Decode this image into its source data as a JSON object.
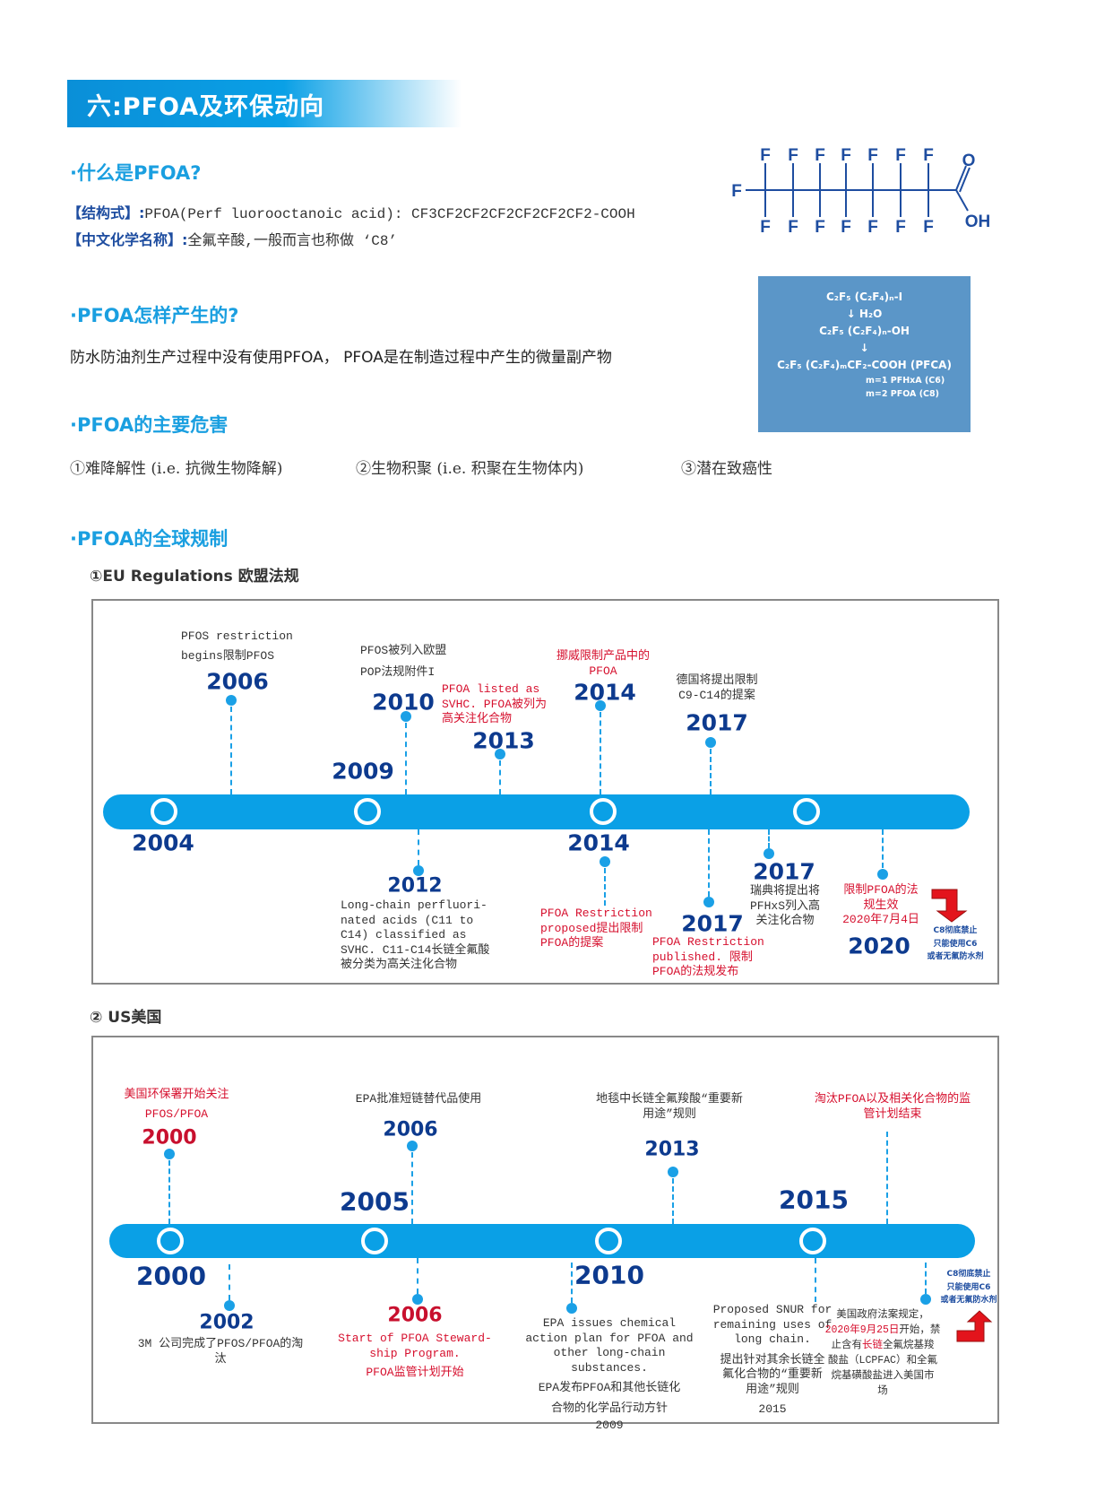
{
  "header": {
    "title": "六:PFOA及环保动向"
  },
  "what": {
    "heading": "·什么是PFOA?",
    "structure_label": "【结构式】:",
    "structure_text": "PFOA(Perf luorooctanoic acid): CF3CF2CF2CF2CF2CF2CF2-COOH",
    "cn_label": "【中文化学名称】:",
    "cn_text": "全氟辛酸,一般而言也称做  ‘C8’"
  },
  "structure": {
    "fluorine": "F",
    "oxygen": "O",
    "hydroxyl": "OH",
    "color": "#1e4da0"
  },
  "synthesis": {
    "lines": [
      "C₂F₅ (C₂F₄)ₙ-I",
      "↓  H₂O",
      "C₂F₅ (C₂F₄)ₙ-OH",
      "↓",
      "C₂F₅ (C₂F₄)ₘCF₂-COOH (PFCA)",
      "m=1 PFHxA     (C6)",
      "m=2 PFOA       (C8)"
    ],
    "background": "#5b96c8"
  },
  "origin": {
    "heading": "·PFOA怎样产生的?",
    "text": "防水防油剂生产过程中没有使用PFOA， PFOA是在制造过程中产生的微量副产物"
  },
  "hazards": {
    "heading": "·PFOA的主要危害",
    "items": [
      "①难降解性 (i.e. 抗微生物降解)",
      "②生物积聚 (i.e. 积聚在生物体内)",
      "③潜在致癌性"
    ]
  },
  "regulation": {
    "heading": "·PFOA的全球规制"
  },
  "eu": {
    "title": "①EU Regulations 欧盟法规",
    "bar_years": [
      "2004",
      "2009"
    ],
    "events": [
      {
        "year": "2006",
        "lines": [
          "PFOS restriction",
          "begins限制PFOS"
        ]
      },
      {
        "year": "2010",
        "lines": [
          "PFOS被列入欧盟",
          "POP法规附件I"
        ]
      },
      {
        "year": "2013",
        "lines": [
          "PFOA listed as",
          "SVHC. PFOA被列为",
          "高关注化合物"
        ]
      },
      {
        "year": "2014",
        "lines": [
          "挪威限制产品中的",
          "PFOA"
        ]
      },
      {
        "year": "2017",
        "lines": [
          "德国将提出限制",
          "C9-C14的提案"
        ]
      },
      {
        "year": "2012",
        "lines": [
          "Long-chain perfluori-",
          "nated acids (C11 to",
          "C14) classified as",
          "SVHC. C11-C14长链全氟酸",
          "被分类为高关注化合物"
        ]
      },
      {
        "year": "2014",
        "lines": [
          "PFOA Restriction",
          "proposed提出限制",
          "PFOA的提案"
        ]
      },
      {
        "year": "2017",
        "lines": [
          "PFOA Restriction",
          "published. 限制",
          "PFOA的法规发布"
        ]
      },
      {
        "year": "2017",
        "lines": [
          "瑞典将提出将",
          "PFHxS列入高",
          "关注化合物"
        ]
      },
      {
        "year": "2020",
        "lines": [
          "限制PFOA的法",
          "规生效",
          "2020年7月4日"
        ]
      }
    ],
    "note": [
      "C8彻底禁止",
      "只能使用C6",
      "或者无氟防水剂"
    ]
  },
  "us": {
    "title": "② US美国",
    "bar_years": [
      "2005",
      "2015",
      "2000",
      "2010"
    ],
    "events": [
      {
        "year": "2000",
        "lines": [
          "美国环保署开始关注",
          "PFOS/PFOA"
        ]
      },
      {
        "year": "2006",
        "lines": [
          "EPA批准短链替代品使用"
        ]
      },
      {
        "year": "2013",
        "lines": [
          "地毯中长链全氟羧酸“重要新",
          "用途”规则"
        ]
      },
      {
        "lines": [
          "淘汰PFOA以及相关化合物的监",
          "管计划结束"
        ]
      },
      {
        "year": "2002",
        "lines": [
          "3M 公司完成了PFOS/PFOA的淘",
          "汰"
        ]
      },
      {
        "year": "2006",
        "lines": [
          "Start of PFOA Steward-",
          "ship Program.",
          "PFOA监管计划开始"
        ]
      },
      {
        "lines": [
          "EPA issues chemical",
          "action plan for PFOA and",
          "other long-chain",
          "substances.",
          "EPA发布PFOA和其他长链化",
          "合物的化学品行动方针",
          "2009"
        ]
      },
      {
        "lines": [
          "Proposed SNUR for",
          "remaining uses of",
          "long chain.",
          "提出针对其余长链全",
          "氟化合物的“重要新",
          "用途”规则",
          "2015"
        ]
      },
      {
        "lines": [
          "美国政府法案规定，",
          "2020年9月25日",
          "开始，禁",
          "止含有",
          "长链",
          "全氟烷基羧",
          "酸盐（LCPFAC）和全氟",
          "烷基磺酸盐进入美国市",
          "场"
        ]
      }
    ],
    "note": [
      "C8彻底禁止",
      "只能使用C6",
      "或者无氟防水剂"
    ]
  },
  "colors": {
    "accent": "#0aa0e6",
    "year": "#0d3a8e",
    "highlight": "#d6102e",
    "arrow": "#e3141c"
  }
}
